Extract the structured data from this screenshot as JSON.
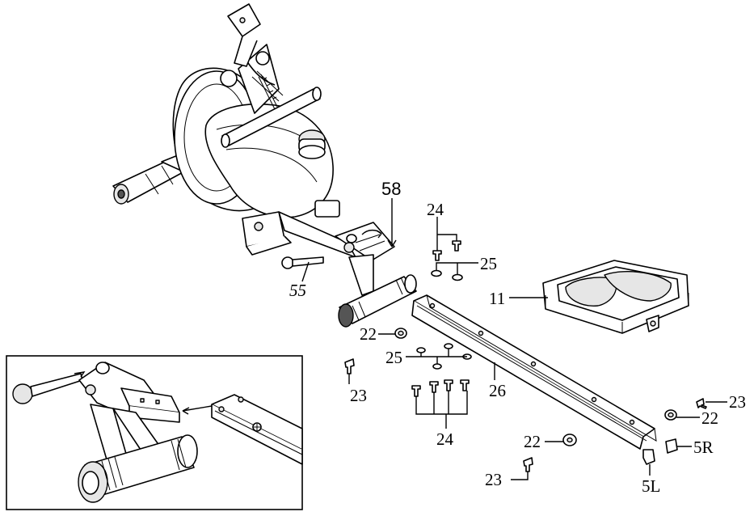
{
  "labels": {
    "p58": "58",
    "p24_top": "24",
    "p25_top": "25",
    "p55": "55",
    "p11": "11",
    "p22_left": "22",
    "p25_mid": "25",
    "p23_left": "23",
    "p26": "26",
    "p24_bottom": "24",
    "p23_right": "23",
    "p22_right": "22",
    "p22_bottom": "22",
    "p5R": "5R",
    "p23_bottom": "23",
    "p5L": "5L"
  }
}
